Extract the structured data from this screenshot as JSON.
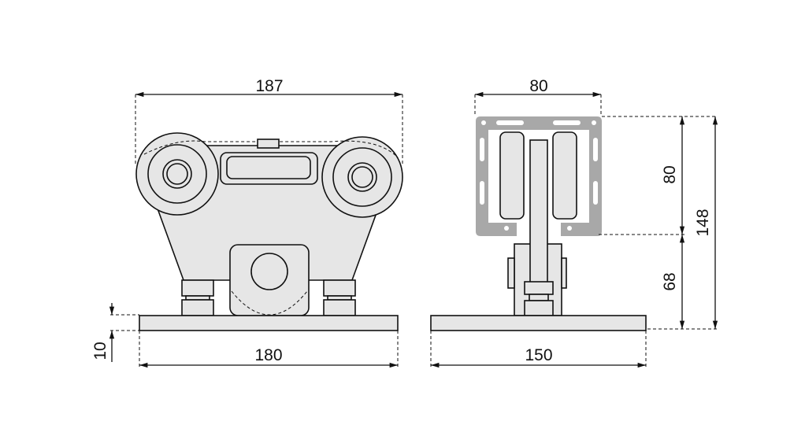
{
  "drawing": {
    "front_view": {
      "top_width": "187",
      "base_width": "180",
      "base_thickness": "10"
    },
    "side_view": {
      "top_width": "80",
      "base_width": "150",
      "upper_height": "80",
      "lower_height": "68",
      "total_height": "148"
    }
  }
}
